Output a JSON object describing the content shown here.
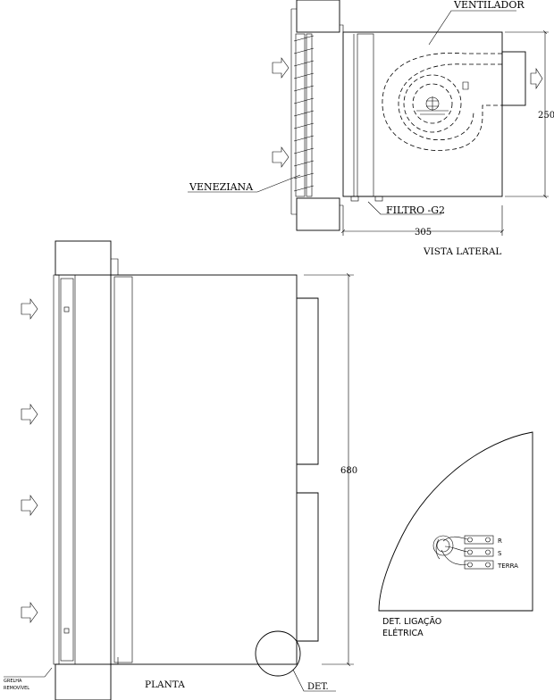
{
  "side_view": {
    "title": "VISTA LATERAL",
    "fan_label": "VENTILADOR",
    "louver_label": "VENEZIANA",
    "filter_label": "FILTRO -G2",
    "width_dim": "305",
    "height_dim": "250"
  },
  "plan_view": {
    "title": "PLANTA",
    "height_dim": "680",
    "grille_label_line1": "GRELHA",
    "grille_label_line2": "REMOVÍVEL",
    "detail_ref": "DET."
  },
  "electrical_detail": {
    "title_line1": "DET. LIGAÇÃO",
    "title_line2": "ELÉTRICA",
    "terminals": [
      "R",
      "S",
      "TERRA"
    ]
  },
  "colors": {
    "line": "#000000",
    "background": "#ffffff"
  }
}
